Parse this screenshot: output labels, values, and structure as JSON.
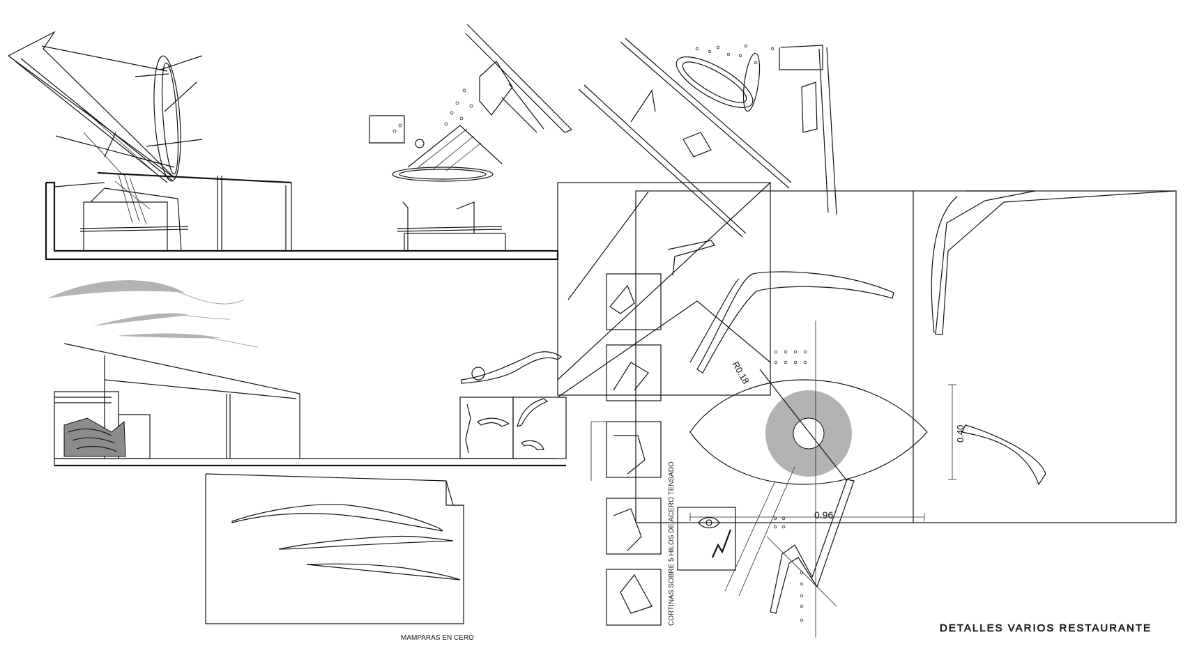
{
  "sheet": {
    "title": "DETALLES VARIOS RESTAURANTE",
    "labels": {
      "screens": "MAMPARAS EN CERO",
      "curtains": "CORTINAS SOBRE 5 HILOS DE ACERO TENSADO",
      "radius": "R0.18",
      "dim_width": "0.96",
      "dim_height": "0.40"
    }
  }
}
